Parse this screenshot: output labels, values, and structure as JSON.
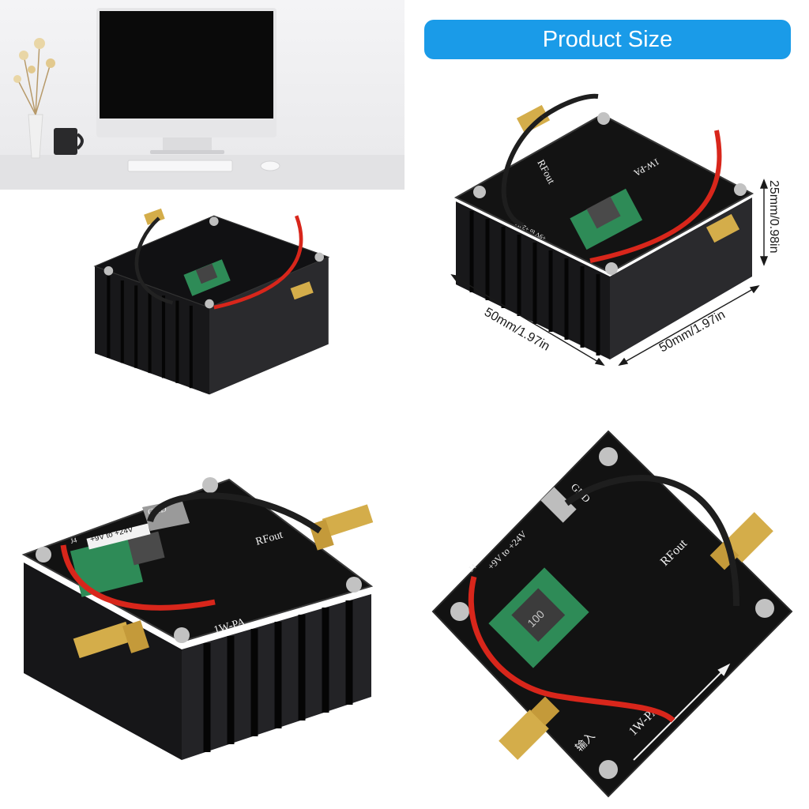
{
  "banner": {
    "title": "Product Size"
  },
  "dimensions": {
    "length": "50mm/1.97in",
    "width": "50mm/1.97in",
    "height": "25mm/0.98in"
  },
  "board_labels": {
    "model": "1W-PA",
    "output": "RFout",
    "gnd": "GND",
    "power": "+9V to +24V",
    "input": "输入",
    "connector": "J4",
    "regulator": "100"
  },
  "colors": {
    "banner": "#1a9be8",
    "heatsink": "#1c1c1e",
    "pcb": "#141414",
    "sma_gold": "#d4ad4a",
    "wire_red": "#d8261b",
    "module_green": "#2e8b57"
  },
  "icons": [
    "imac-monitor",
    "coffee-mug",
    "flower-vase",
    "keyboard",
    "mouse"
  ]
}
